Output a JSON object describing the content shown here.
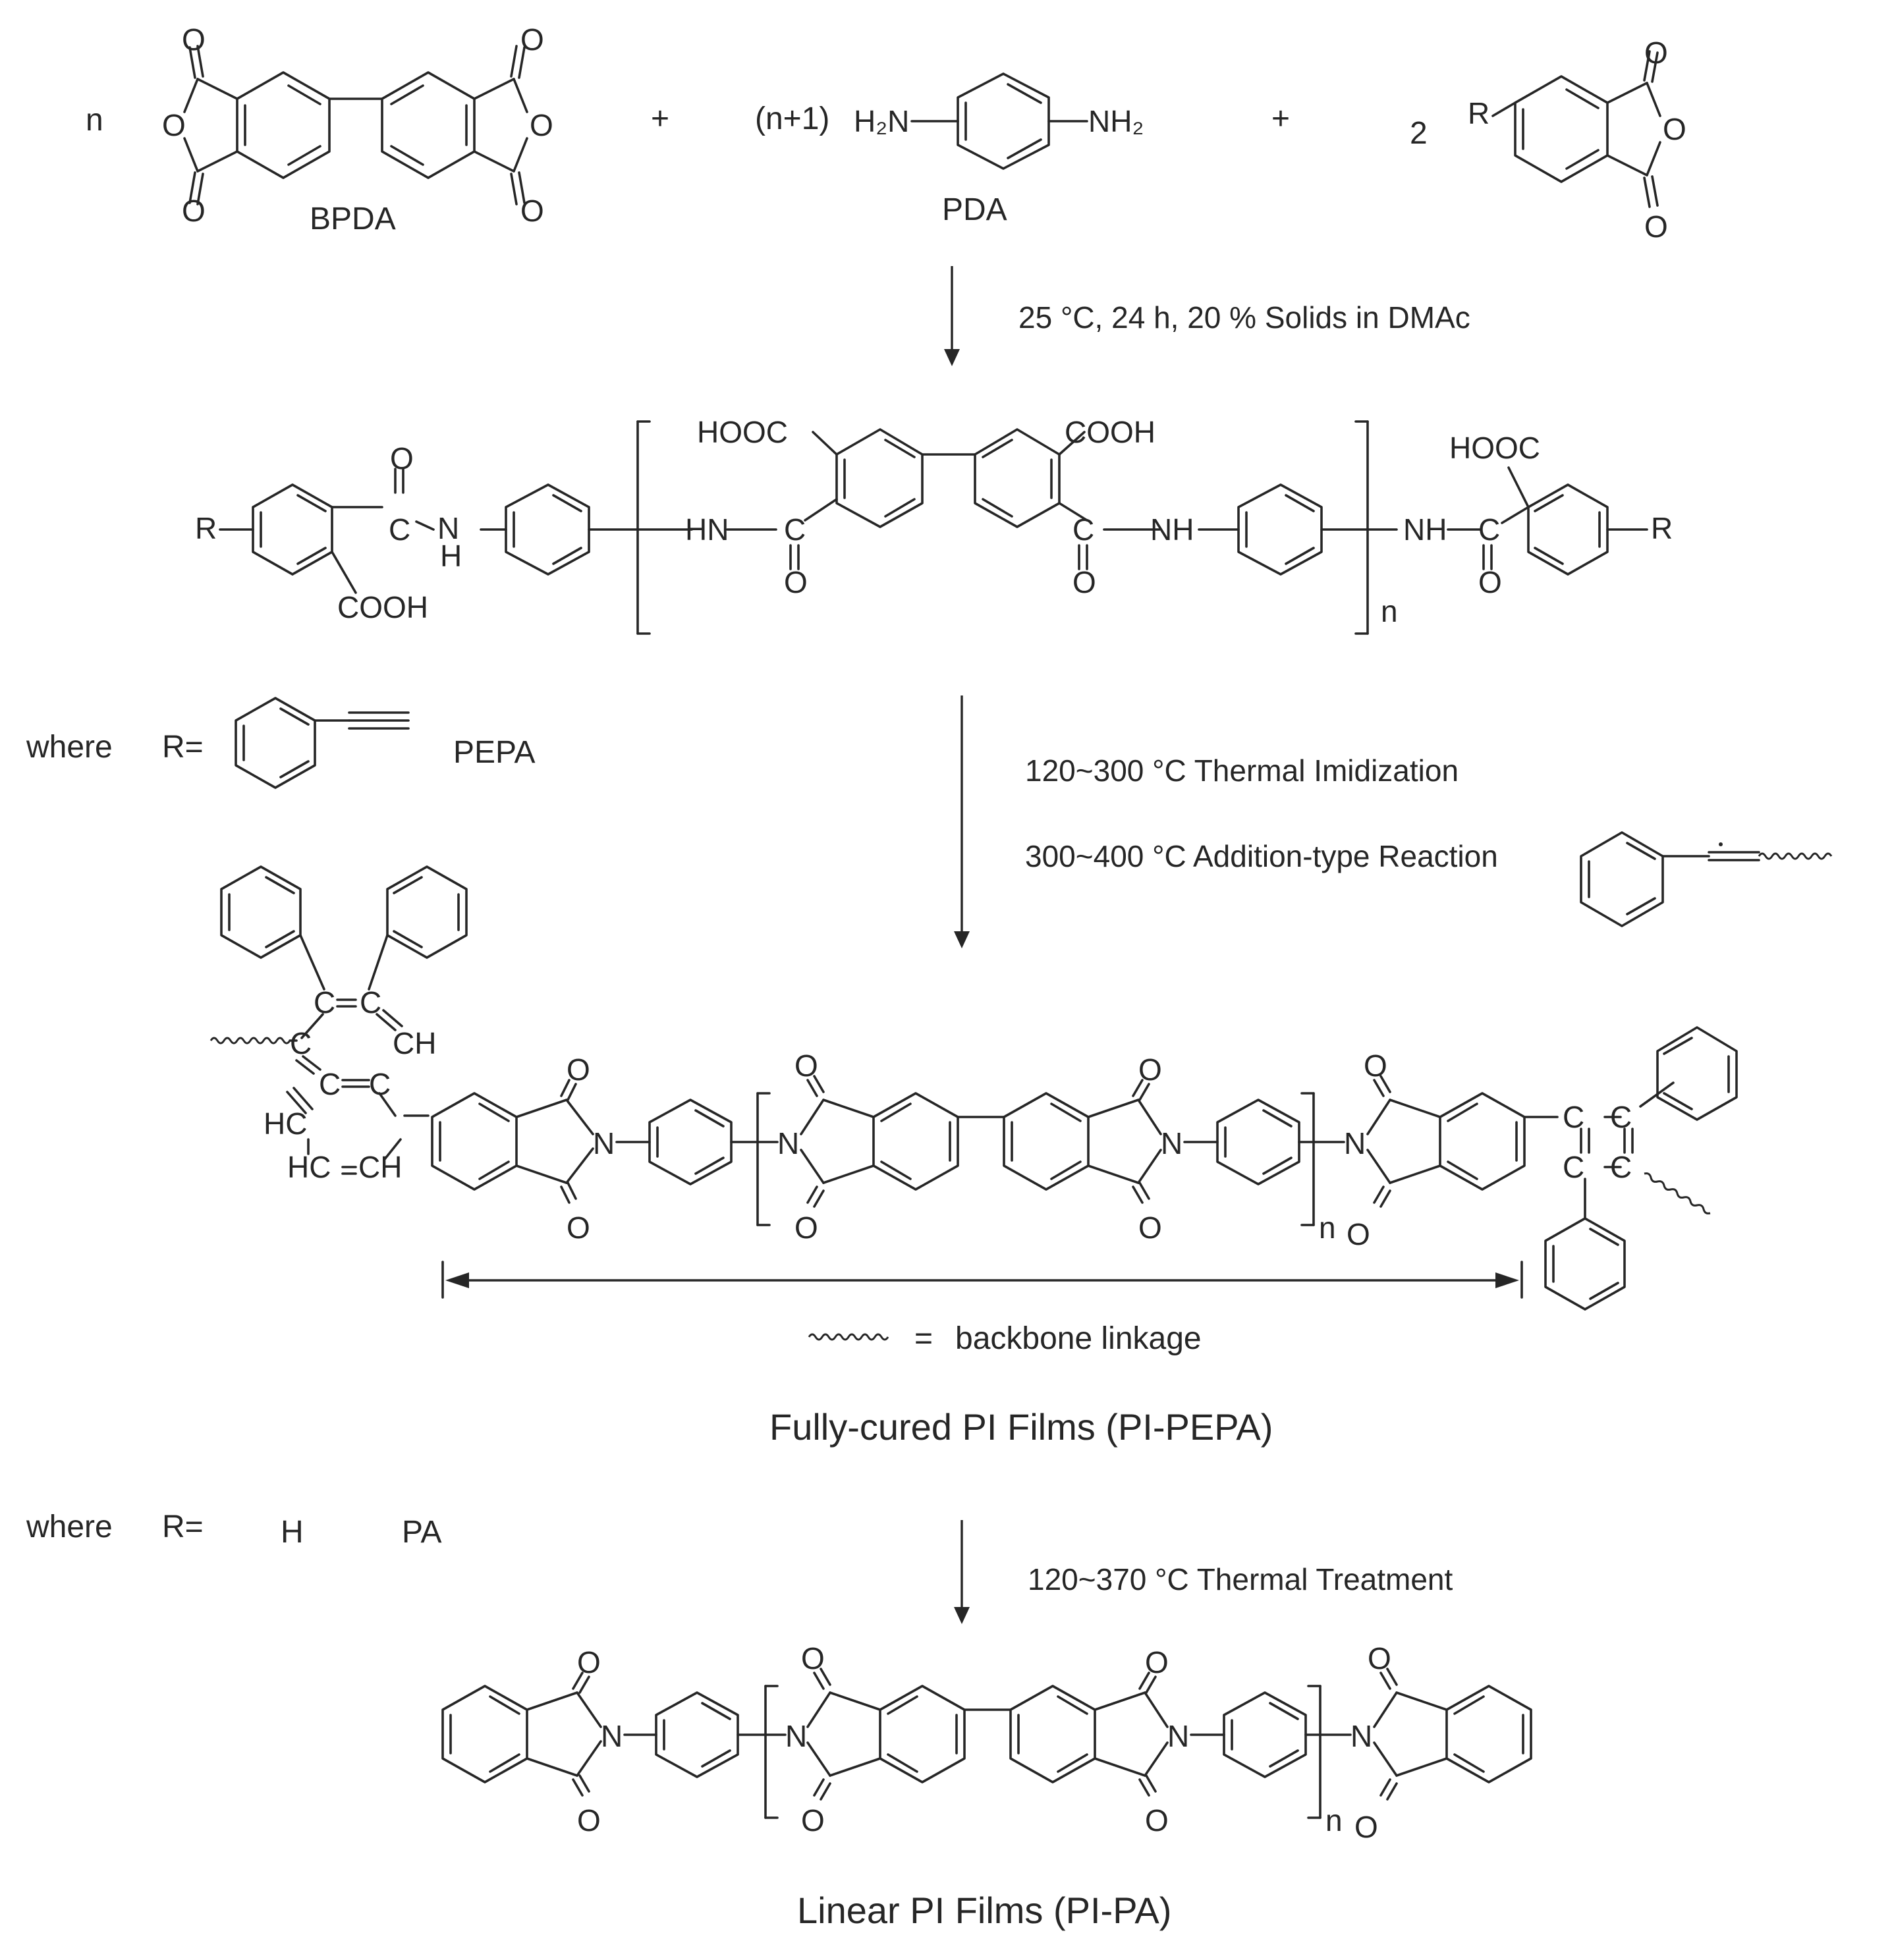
{
  "reactants": {
    "coef_n": "n",
    "bpda_label": "BPDA",
    "plus": "+",
    "coef_n1": "(n+1)",
    "amine_left": "H₂N",
    "amine_right": "NH₂",
    "pda_label": "PDA",
    "coef_2": "2",
    "r": "R"
  },
  "atoms": {
    "o": "O",
    "n": "N",
    "c": "C",
    "hooc": "HOOC",
    "cooh": "COOH",
    "hn": "HN",
    "nh": "NH",
    "h": "H",
    "ch": "CH",
    "hc": "HC",
    "sub_n": "n"
  },
  "conditions": {
    "step1": "25 °C, 24 h, 20 % Solids in DMAc",
    "step2a": "120~300 °C Thermal Imidization",
    "step2b": "300~400 °C Addition-type Reaction",
    "step3": "120~370 °C Thermal Treatment"
  },
  "definitions": {
    "where": "where",
    "r_eq": "R=",
    "pepa": "PEPA",
    "h": "H",
    "pa": "PA",
    "eq": "=",
    "backbone": "backbone linkage"
  },
  "products": {
    "cured": "Fully-cured PI Films (PI-PEPA)",
    "linear": "Linear PI Films (PI-PA)"
  }
}
